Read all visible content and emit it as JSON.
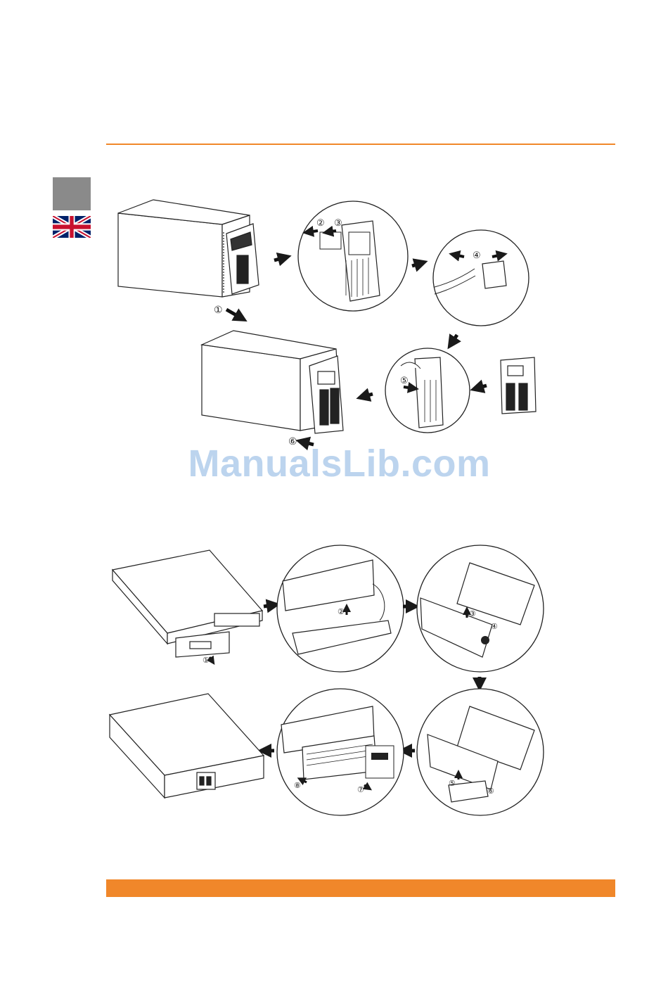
{
  "colors": {
    "accent": "#f0872a",
    "flag_blue": "#012169",
    "flag_red": "#c8102e",
    "line": "#222222"
  },
  "watermark": {
    "text": "ManualsLib.com"
  },
  "tower_steps": {
    "step1": "①",
    "step2": "②",
    "step3": "③",
    "step4": "④",
    "step5": "⑤",
    "step6": "⑥"
  },
  "rack_steps": {
    "step1": "①",
    "step2": "②",
    "step3": "③",
    "step4": "④",
    "step5": "⑤",
    "step6": "⑥",
    "step7": "⑦",
    "step8": "⑧"
  },
  "icons": {
    "flag": "uk-flag-icon",
    "arrow": "arrow-icon"
  }
}
